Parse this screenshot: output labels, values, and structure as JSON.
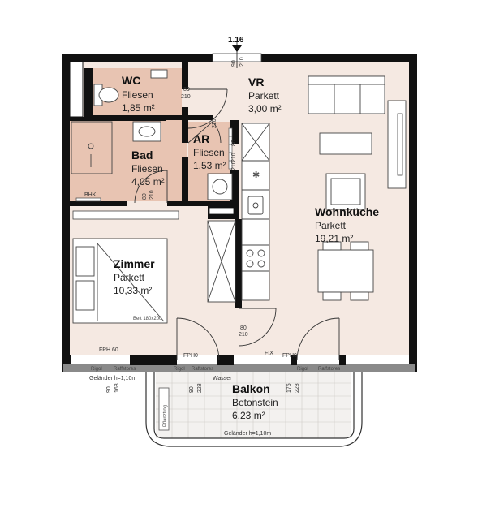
{
  "marker": {
    "label": "1.16"
  },
  "colors": {
    "living": "#f5e9e2",
    "wet": "#e8c4b2",
    "wall": "#111111",
    "line": "#555555"
  },
  "rooms": {
    "wc": {
      "name": "WC",
      "floor": "Fliesen",
      "area": "1,85 m²"
    },
    "vr": {
      "name": "VR",
      "floor": "Parkett",
      "area": "3,00 m²"
    },
    "ar": {
      "name": "AR",
      "floor": "Fliesen",
      "area": "1,53 m²"
    },
    "bad": {
      "name": "Bad",
      "floor": "Fliesen",
      "area": "4,05 m²"
    },
    "wohn": {
      "name": "Wohnküche",
      "floor": "Parkett",
      "area": "19,21 m²"
    },
    "zimmer": {
      "name": "Zimmer",
      "floor": "Parkett",
      "area": "10,33 m²"
    },
    "balkon": {
      "name": "Balkon",
      "floor": "Betonstein",
      "area": "6,23 m²"
    }
  },
  "dims": {
    "d_entry_w": "90",
    "d_entry_h": "210",
    "d_wc_w": "80",
    "d_wc_h": "210",
    "d_210a": "210",
    "d_210b": "210",
    "d_ar_w": "80",
    "d_ar_h": "210",
    "d_bad_w": "80",
    "d_bad_h": "210",
    "d_bal_w": "80",
    "d_bal_h": "210",
    "w_left_a": "90",
    "w_left_b": "168",
    "w_mid_a": "90",
    "w_mid_b": "228",
    "w_right_a": "175",
    "w_right_b": "228"
  },
  "labels": {
    "bhk": "BHK",
    "bett": "Bett 180x200",
    "fph60": "FPH 60",
    "fph0a": "FPH0",
    "fph0b": "FPH0",
    "fix": "FIX",
    "gelaender1": "Geländer h=1,10m",
    "gelaender2": "Geländer h=1,10m",
    "rigol1": "Rigol",
    "raff1": "Raffstores",
    "rigol2": "Rigol",
    "raff2": "Raffstores",
    "rigol3": "Rigol",
    "raff3": "Raffstores",
    "wasser": "Wasser",
    "pflanz": "Pflanztrog"
  }
}
